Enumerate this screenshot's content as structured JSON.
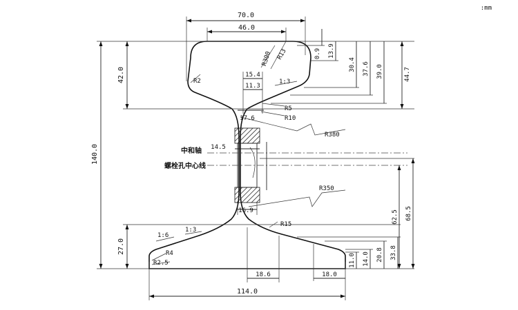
{
  "unit_label": ":mm",
  "labels": {
    "d70": "70.0",
    "d46": "46.0",
    "d09": "0.9",
    "d139": "13.9",
    "d304": "30.4",
    "d376": "37.6",
    "d390": "39.0",
    "d447": "44.7",
    "d420": "42.0",
    "d1400": "140.0",
    "d154": "15.4",
    "d113": "11.3",
    "d176": "17.6",
    "d145": "14.5",
    "d169": "16.9",
    "d270": "27.0",
    "d186": "18.6",
    "d180": "18.0",
    "d1140": "114.0",
    "d110": "11.0",
    "d140": "14.0",
    "d208": "20.8",
    "d338": "33.8",
    "d625": "62.5",
    "d685": "68.5",
    "r300": "R300",
    "r13": "R13",
    "r2": "R2",
    "r5": "R5",
    "r10": "R10",
    "r380": "R380",
    "r350": "R350",
    "r15": "R15",
    "r4": "R4",
    "r25": "R2.5",
    "slope_head": "1:3",
    "slope_foot1": "1:6",
    "slope_foot2": "1:3",
    "neutral_axis": "中和轴",
    "bolt_hole_line": "螺栓孔中心线"
  }
}
